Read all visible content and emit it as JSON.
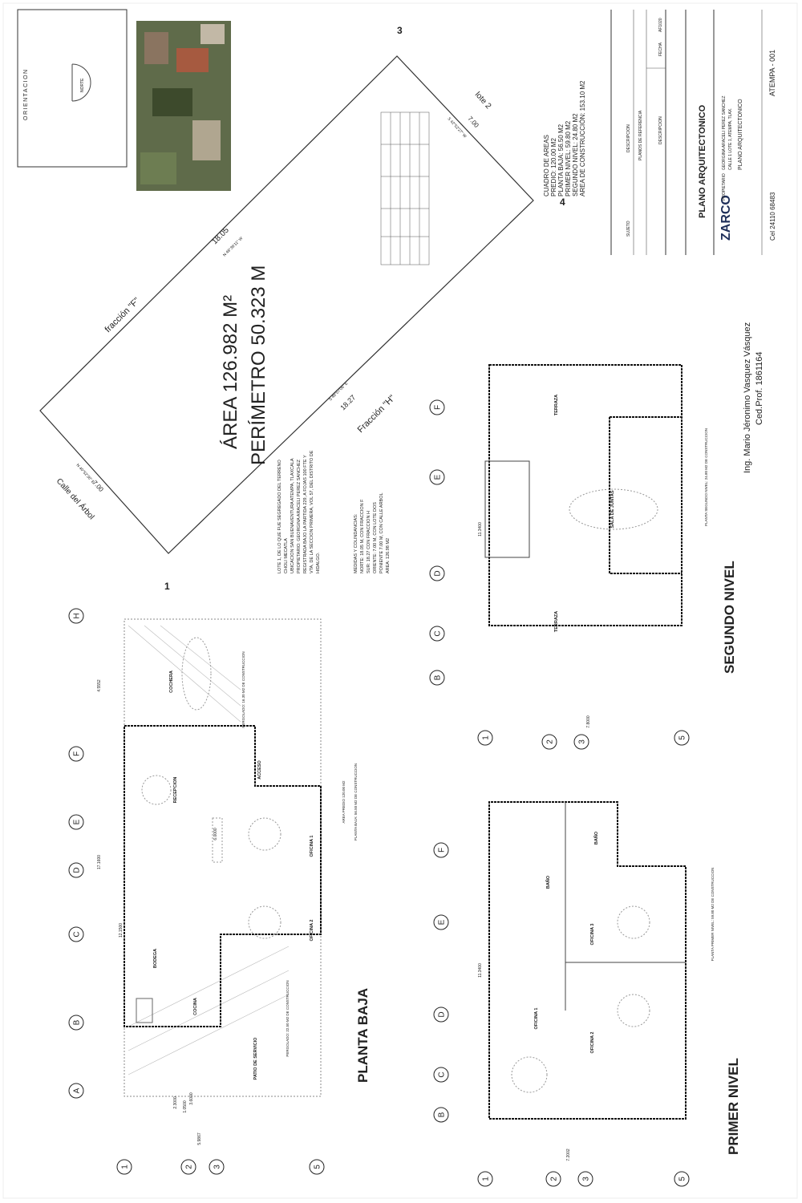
{
  "orientation": {
    "label": "ORIENTACION",
    "north": "NORTE"
  },
  "lot": {
    "area": "ÁREA 126.982 M²",
    "perimeter": "PERÍMETRO 50.323 M",
    "side_north_len": "18.05",
    "side_north_bearing": "N 48°36'11\" W",
    "side_south_len": "18.27",
    "side_south_bearing": "S 49°07'06\" E",
    "side_west_len": "7.00",
    "side_west_bearing": "N 40°52'36\" E",
    "side_east_len": "7.00",
    "side_east_bearing": "S 42°52'27\" W",
    "fraction_f": "fracción \"F\"",
    "fraction_h": "Fracción \"H\"",
    "street": "Calle del Árbol",
    "lot2": "lote 2",
    "vertices": [
      "1",
      "3",
      "4"
    ]
  },
  "notes": [
    "LOTE 1, DE LO QUE FUE SEGREGADO DEL TERRENO",
    "CHOLI MECATLA",
    "UBICACION SAN BUENAVENTURA ATEMPA, TLAXCALA",
    "PROPIETARIO: GEORGINA ARACELI PEREZ SANCHEZ",
    "REGISTRADA BAJO LA PARTIDA 229, A FOJAS 100 FTE Y",
    "VTA, DE LA SECCION PRIMERA, VOL 57, DEL DISTRITO DE",
    "HIDALGO."
  ],
  "boundaries": [
    "MEDIDAS Y COLINDANCIAS:",
    "NORTE: 18.05 M, CON FRACCION F",
    "SUR: 18.27 CON FRACCION H",
    "ORIENTE: 7.00 M, CON LOTE DOS",
    "PONIENTE 7.00 M, CON CALLE ARBOL",
    "AREA: 126.98 M2"
  ],
  "areas_table": [
    "CUADRO DE AREAS",
    "PREDIO: 120.00 M2",
    "PLANTA BAJA: 56.50 M2",
    "PRIMER NIVEL: 59.80 M2",
    "SEGUNDO NIVEL: 24.80 M2",
    "AREA DE CONSTRUCCIÓN: 153.10 M2"
  ],
  "title_block": {
    "subject": "SUJETO",
    "description_h": "DESCRIPCION",
    "reference": "PLANOS DE REFERENCIA",
    "description": "DESCRIPCION",
    "date": "FECHA",
    "date_val": "AF1020",
    "title": "PLANO ARQUITECTONICO",
    "brand": "ZARCO",
    "owner_h": "PROPIETARIO",
    "owner": "GEORGINA ARACELI PEREZ SANCHEZ",
    "address": "CALLE 1 LOTE 1, ATEMPA, TLAX.",
    "plan_name": "PLANO ARQUITECTONICO",
    "phone": "Cel 24110 68483",
    "sheet": "ATEMPA - 001"
  },
  "engineer": {
    "name": "Ing. Mario Jéronimo Vasquez Vásquez",
    "license": "Ced.Prof. 1861164"
  },
  "plans": {
    "ground": {
      "title": "PLANTA BAJA",
      "rooms": [
        "COCHERA",
        "RECEPCION",
        "ACCESO",
        "OFICINA 1",
        "OFICINA 2",
        "BODEGA",
        "COCINA",
        "PATIO DE SERVICIO"
      ],
      "notes": [
        "AREA PREDIO 120.00 M2",
        "PLANTA BAJA: 56.50 M2 DE CONSTRUCCION",
        "PERGOLADO: 16.30 M2 DE CONSTRUCCION",
        "PERGOLADO: 22.50 M2 DE CONSTRUCCION"
      ],
      "dims": [
        "4.5552",
        "17.1600",
        "12.1500",
        "6.0000",
        "2.3000",
        "1.0500",
        "3.6000",
        "5.9867"
      ],
      "axes_letters": [
        "A",
        "B",
        "C",
        "D",
        "E",
        "F",
        "H"
      ],
      "axes_numbers": [
        "1",
        "2",
        "3",
        "5"
      ]
    },
    "first": {
      "title": "PRIMER NIVEL",
      "rooms": [
        "OFICINA 1",
        "OFICINA 2",
        "OFICINA 3",
        "BAÑO",
        "BAÑO"
      ],
      "notes": [
        "PLANTA PRIMER NIVEL: 59.80 M2 DE CONSTRUCCION"
      ],
      "dims": [
        "11.3400",
        "7.2002"
      ],
      "axes_letters": [
        "B",
        "C",
        "D",
        "E",
        "F"
      ],
      "axes_numbers": [
        "1",
        "2",
        "3",
        "5"
      ]
    },
    "second": {
      "title": "SEGUNDO NIVEL",
      "rooms": [
        "TERRAZA",
        "SALA DE JUNTAS",
        "TERRAZA"
      ],
      "notes": [
        "PLANTA SEGUNDO NIVEL: 24.80 M2 DE CONSTRUCCION"
      ],
      "dims": [
        "11.3400",
        "7.8000"
      ],
      "axes_letters": [
        "B",
        "C",
        "D",
        "E",
        "F"
      ],
      "axes_numbers": [
        "1",
        "2",
        "3",
        "5"
      ]
    }
  }
}
